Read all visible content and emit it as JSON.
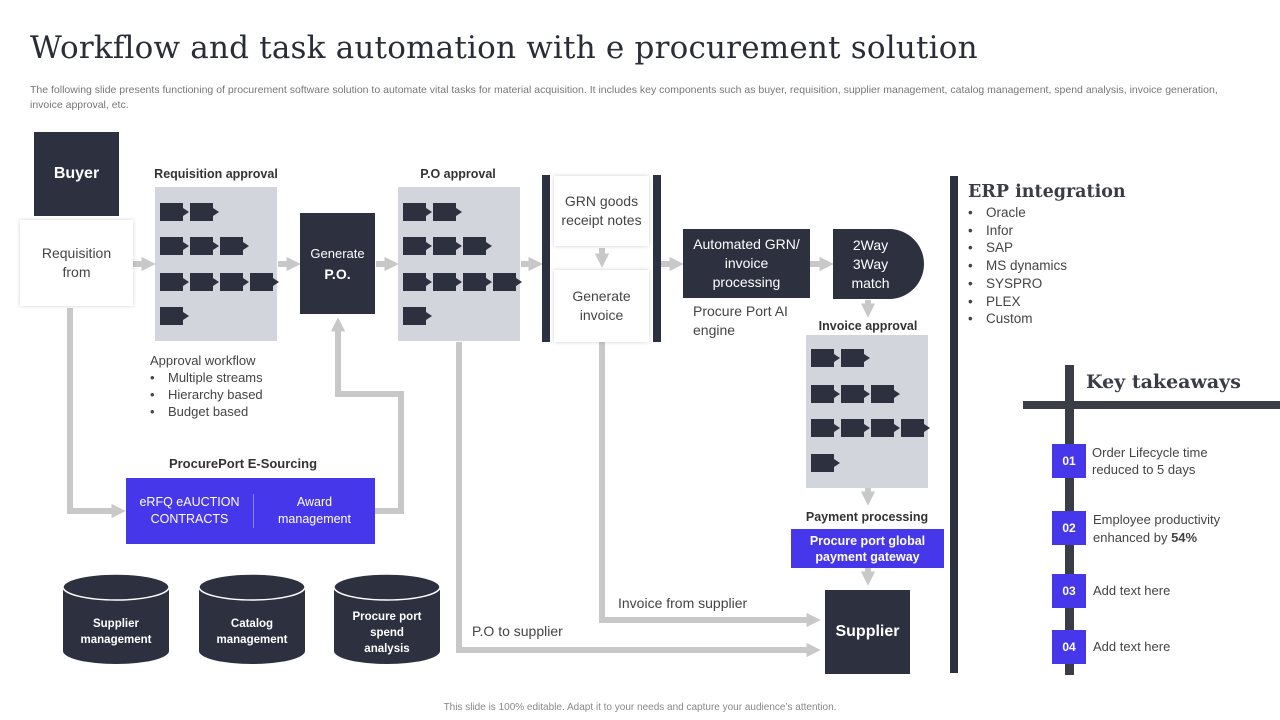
{
  "title": "Workflow and task automation with e procurement solution",
  "subtitle": "The following slide presents functioning of procurement software solution to automate vital tasks for material acquisition. It includes key components such as buyer, requisition, supplier management, catalog management, spend analysis, invoice generation, invoice approval, etc.",
  "buyer": "Buyer",
  "requisition_from": "Requisition from",
  "requisition_approval": "Requisition approval",
  "approval_workflow": {
    "heading": "Approval workflow",
    "items": [
      "Multiple streams",
      "Hierarchy based",
      "Budget based"
    ]
  },
  "generate_po": {
    "line1": "Generate",
    "line2": "P.O."
  },
  "po_approval": "P.O approval",
  "grn_notes": "GRN goods receipt notes",
  "generate_invoice": "Generate invoice",
  "automated_grn": "Automated GRN/ invoice processing",
  "procure_port_ai": "Procure Port AI engine",
  "way_match": {
    "line1": "2Way",
    "line2": "3Way",
    "line3": "match"
  },
  "invoice_approval": "Invoice approval",
  "payment_processing": "Payment processing",
  "payment_gateway": "Procure port global payment gateway",
  "supplier": "Supplier",
  "e_sourcing": {
    "heading": "ProcurePort E-Sourcing",
    "left": "eRFQ eAUCTION CONTRACTS",
    "right": "Award management"
  },
  "databases": {
    "supplier_mgmt": [
      "Supplier",
      "management"
    ],
    "catalog_mgmt": [
      "Catalog",
      "management"
    ],
    "spend_analysis": [
      "Procure port",
      "spend",
      "analysis"
    ]
  },
  "po_to_supplier": "P.O to supplier",
  "invoice_from_supplier": "Invoice from supplier",
  "erp": {
    "heading": "ERP integration",
    "items": [
      "Oracle",
      "Infor",
      "SAP",
      "MS dynamics",
      "SYSPRO",
      "PLEX",
      "Custom"
    ]
  },
  "takeaways": {
    "heading": "Key takeaways",
    "items": [
      {
        "num": "01",
        "text": "Order Lifecycle time reduced to 5 days",
        "bold": ""
      },
      {
        "num": "02",
        "text": "Employee productivity enhanced by ",
        "bold": "54%"
      },
      {
        "num": "03",
        "text": "Add text here",
        "bold": ""
      },
      {
        "num": "04",
        "text": "Add text here",
        "bold": ""
      }
    ]
  },
  "footer": "This slide is 100% editable. Adapt it to your needs and capture your audience’s attention.",
  "colors": {
    "dark": "#2c303f",
    "grey_panel": "#d3d5dd",
    "accent_blue": "#4737ea",
    "arrow_grey": "#c8c8c8"
  }
}
